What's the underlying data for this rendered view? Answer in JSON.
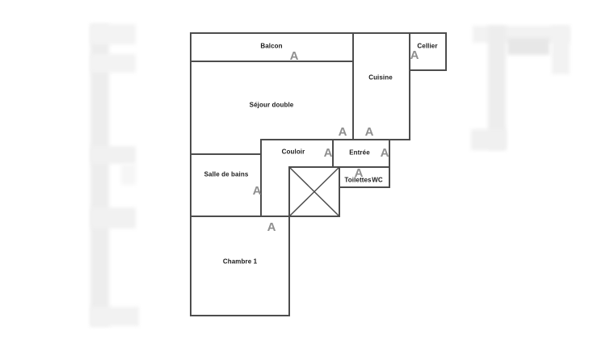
{
  "page": {
    "background": "#ffffff"
  },
  "colors": {
    "wall": "#4d4d4d",
    "door_marker": "#8f8f8f",
    "room_label": "#1a1a1a",
    "watermark": "#ededed"
  },
  "plan": {
    "rooms": [
      {
        "id": "balcon",
        "label": "Balcon"
      },
      {
        "id": "cellier",
        "label": "Cellier"
      },
      {
        "id": "cuisine",
        "label": "Cuisine"
      },
      {
        "id": "sejour-double",
        "label": "Séjour double"
      },
      {
        "id": "couloir",
        "label": "Couloir"
      },
      {
        "id": "entree",
        "label": "Entrée"
      },
      {
        "id": "salle-de-bains",
        "label": "Salle de bains"
      },
      {
        "id": "toilettes",
        "label": "Toilettes"
      },
      {
        "id": "wc",
        "label": "WC"
      },
      {
        "id": "chambre-1",
        "label": "Chambre 1"
      }
    ],
    "door_markers": [
      {
        "id": "door-balcon",
        "label": "A"
      },
      {
        "id": "door-cellier",
        "label": "A"
      },
      {
        "id": "door-sejour-couloir",
        "label": "A"
      },
      {
        "id": "door-cuisine-entree",
        "label": "A"
      },
      {
        "id": "door-couloir-entree",
        "label": "A"
      },
      {
        "id": "door-entree-main",
        "label": "A"
      },
      {
        "id": "door-toilettes",
        "label": "A"
      },
      {
        "id": "door-salle-de-bains",
        "label": "A"
      },
      {
        "id": "door-chambre-1",
        "label": "A"
      }
    ]
  }
}
